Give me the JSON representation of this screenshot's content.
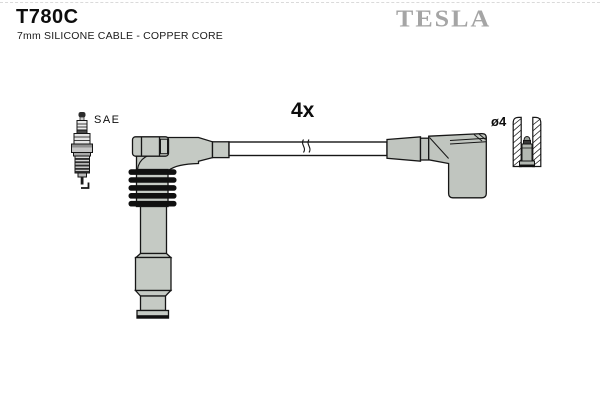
{
  "header": {
    "part_number": "T780C",
    "subtitle": "7mm SILICONE CABLE - COPPER CORE",
    "brand": "TESLA"
  },
  "diagram": {
    "quantity_label": "4x",
    "sae_label": "SAE",
    "diameter_label": "ø4"
  },
  "colors": {
    "boot_gray_left": "#c5cac4",
    "boot_gray_right": "#c0c5bf",
    "terminal_gray": "#b3b8b2",
    "logo_gray": "#a5a5a5",
    "outline": "#161616"
  }
}
